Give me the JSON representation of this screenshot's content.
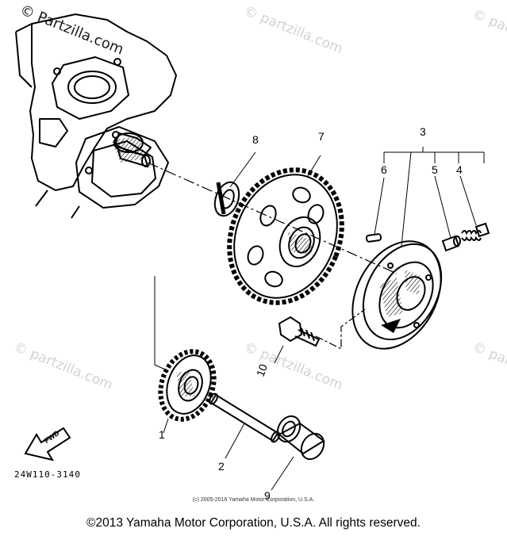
{
  "watermarks": {
    "primary": "© Partzilla.com",
    "repeat": "© partzilla.com"
  },
  "callouts": {
    "c1": "1",
    "c2": "2",
    "c3": "3",
    "c4": "4",
    "c5": "5",
    "c6": "6",
    "c7": "7",
    "c8": "8",
    "c9": "9",
    "c10": "10"
  },
  "fwd_arrow_label": "FWD",
  "drawing_code": "24W110-3140",
  "inner_copyright": "(c) 2005-2016 Yamaha Motor Corporation, U.S.A.",
  "footer": "©2013 Yamaha Motor Corporation, U.S.A. All rights reserved.",
  "colors": {
    "ink": "#000000",
    "watermark": "#d2d2d2",
    "background": "#ffffff"
  }
}
